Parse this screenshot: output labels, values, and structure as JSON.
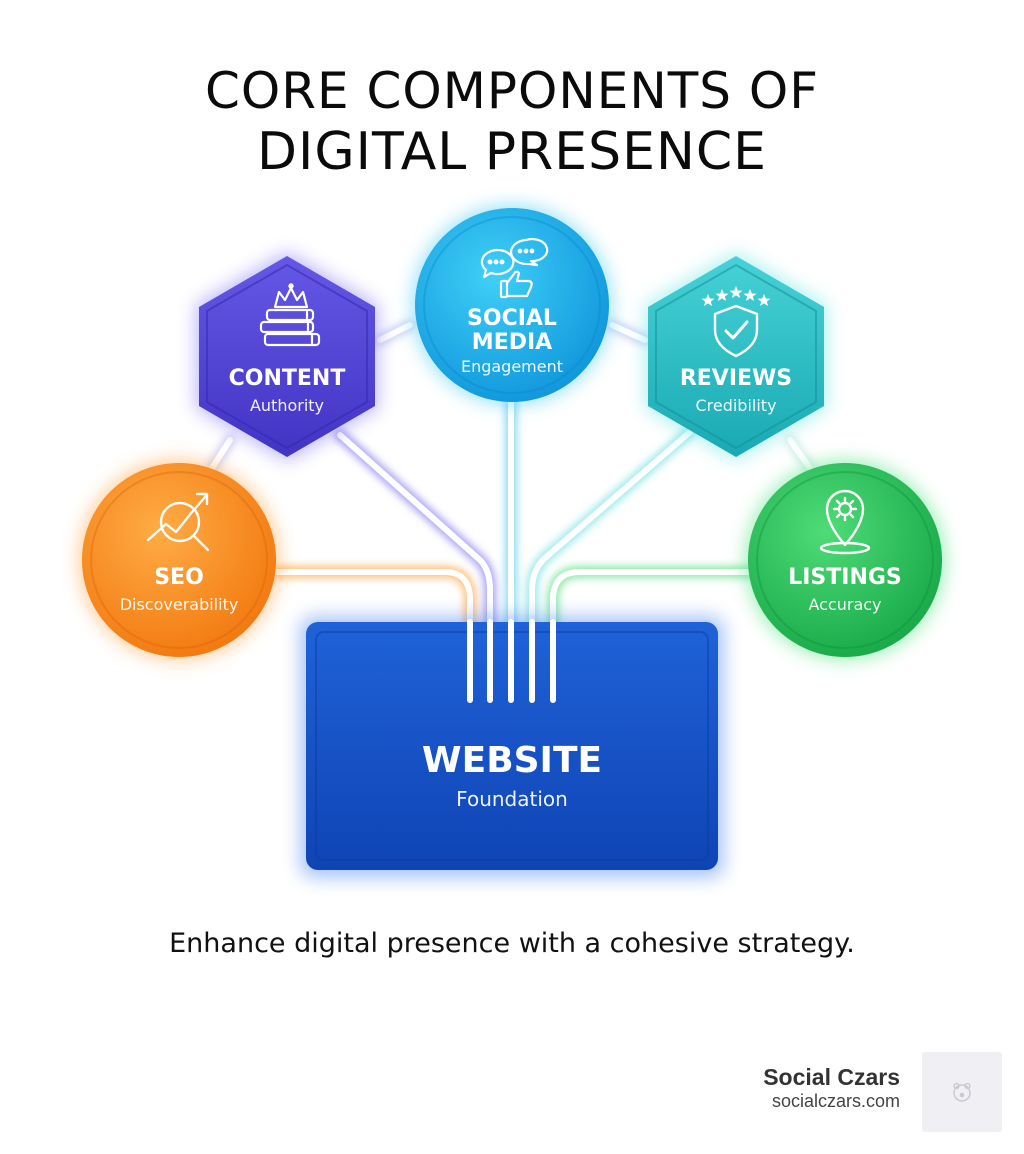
{
  "title": {
    "line1": "CORE COMPONENTS OF",
    "line2": "DIGITAL PRESENCE"
  },
  "nodes": {
    "content": {
      "label": "CONTENT",
      "sub": "Authority",
      "color": "#5444d6",
      "icon": "books-crown-icon"
    },
    "social": {
      "label_line1": "SOCIAL",
      "label_line2": "MEDIA",
      "sub": "Engagement",
      "color": "#16a9e6",
      "icon": "chat-bubbles-thumbs-up-icon"
    },
    "reviews": {
      "label": "REVIEWS",
      "sub": "Credibility",
      "color": "#2bbfc6",
      "icon": "shield-check-stars-icon"
    },
    "seo": {
      "label": "SEO",
      "sub": "Discoverability",
      "color": "#f7891d",
      "icon": "magnifier-trend-icon"
    },
    "listings": {
      "label": "LISTINGS",
      "sub": "Accuracy",
      "color": "#22c25a",
      "icon": "map-pin-gear-icon"
    },
    "website": {
      "label": "WEBSITE",
      "sub": "Foundation",
      "color": "#1552c8"
    }
  },
  "tagline": "Enhance digital presence with a cohesive strategy.",
  "footer": {
    "brand_name": "Social Czars",
    "brand_url": "socialczars.com",
    "logo_icon": "bear-icon"
  }
}
